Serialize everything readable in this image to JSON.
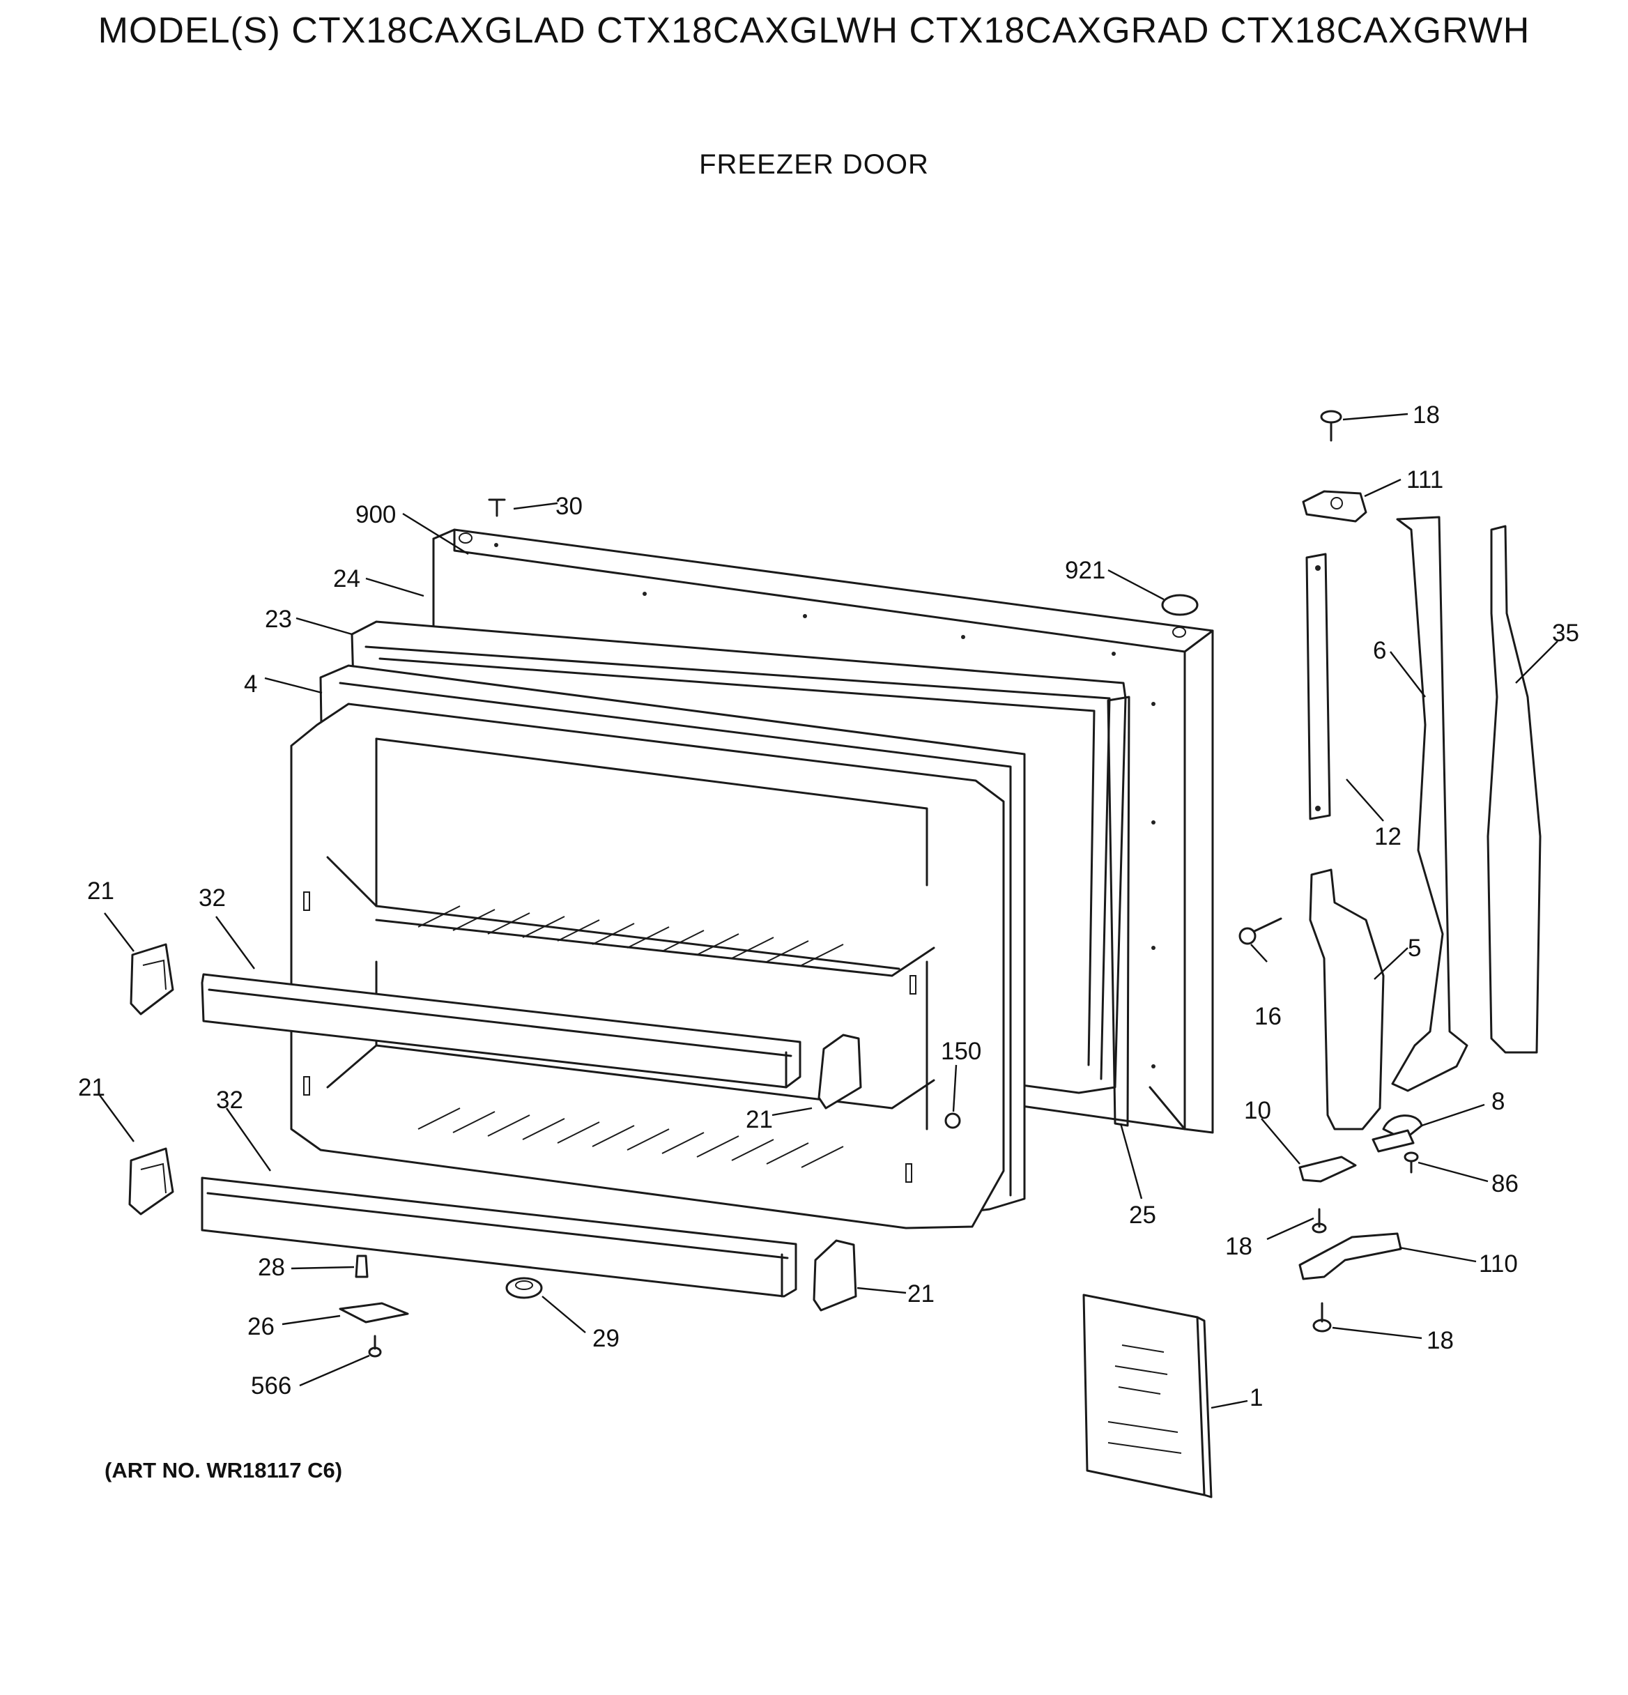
{
  "header": {
    "models": "MODEL(S) CTX18CAXGLAD  CTX18CAXGLWH  CTX18CAXGRAD  CTX18CAXGRWH",
    "section": "FREEZER DOOR"
  },
  "footer": {
    "art_no": "(ART NO. WR18117 C6)"
  },
  "callouts": {
    "c18a": "18",
    "c111": "111",
    "c30": "30",
    "c900": "900",
    "c921": "921",
    "c24": "24",
    "c23": "23",
    "c4": "4",
    "c35": "35",
    "c6": "6",
    "c12": "12",
    "c21a": "21",
    "c32a": "32",
    "c16": "16",
    "c5": "5",
    "c150": "150",
    "c21b": "21",
    "c21c": "21",
    "c32b": "32",
    "c10": "10",
    "c8": "8",
    "c86": "86",
    "c25": "25",
    "c18b": "18",
    "c110": "110",
    "c28": "28",
    "c21d": "21",
    "c26": "26",
    "c29": "29",
    "c18c": "18",
    "c566": "566",
    "c1": "1"
  }
}
